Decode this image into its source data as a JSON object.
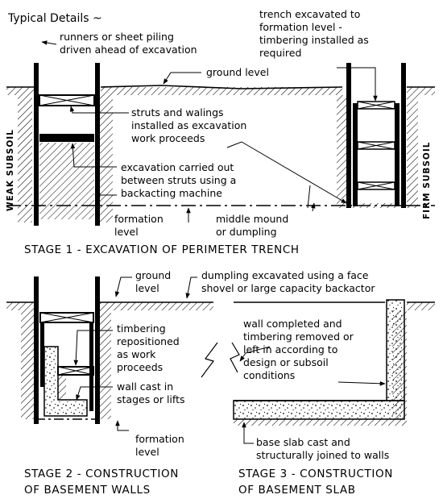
{
  "title": "Typical Details ~",
  "stage1": {
    "caption": "STAGE 1 - EXCAVATION OF PERIMETER TRENCH",
    "left_side": "WEAK SUBSOIL",
    "right_side": "FIRM SUBSOIL",
    "runners": [
      "runners or sheet piling",
      "driven ahead of excavation"
    ],
    "trench": [
      "trench excavated to",
      "formation level -",
      "timbering installed as",
      "required"
    ],
    "ground_level": "ground level",
    "struts": [
      "struts and walings",
      "installed as excavation",
      "work proceeds"
    ],
    "excavation": [
      "excavation carried out",
      "between struts using a",
      "backacting machine"
    ],
    "formation": [
      "formation",
      "level"
    ],
    "mound": [
      "middle mound",
      "or dumpling"
    ]
  },
  "stage2": {
    "caption": [
      "STAGE 2 - CONSTRUCTION",
      "OF BASEMENT WALLS"
    ],
    "ground_level": [
      "ground",
      "level"
    ],
    "timbering": [
      "timbering",
      "repositioned",
      "as work",
      "proceeds"
    ],
    "wall_cast": [
      "wall cast in",
      "stages or lifts"
    ],
    "formation": [
      "formation",
      "level"
    ]
  },
  "stage3": {
    "caption": [
      "STAGE 3 - CONSTRUCTION",
      "OF BASEMENT SLAB"
    ],
    "dumpling": [
      "dumpling excavated using a face",
      "shovel or large capacity backactor"
    ],
    "wall_completed": [
      "wall completed and",
      "timbering removed or",
      "left in according to",
      "design or subsoil",
      "conditions"
    ],
    "base_slab": [
      "base slab cast and",
      "structurally joined to walls"
    ]
  }
}
